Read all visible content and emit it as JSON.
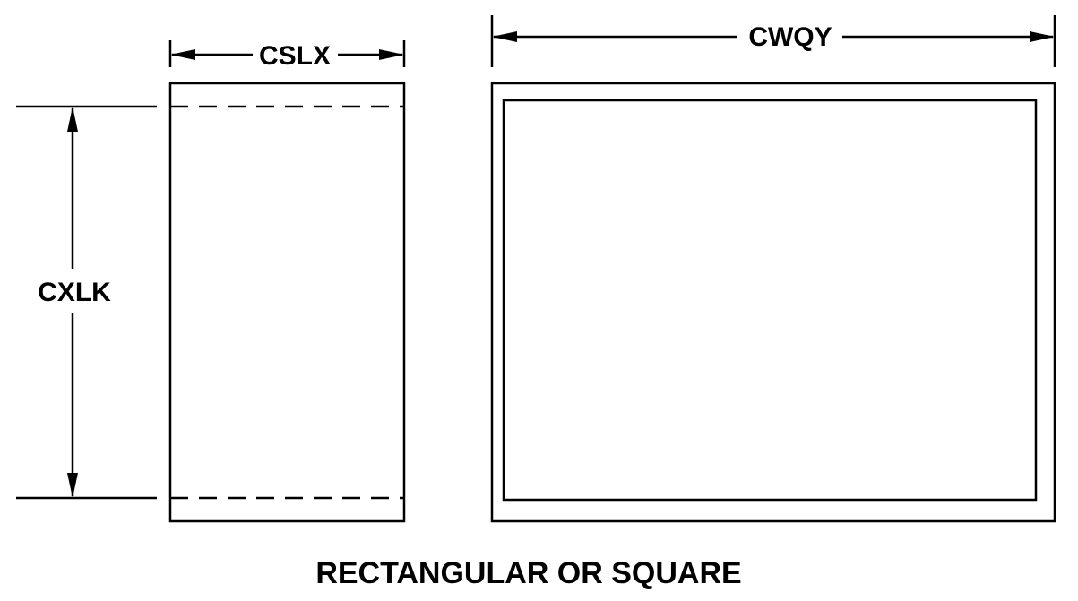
{
  "labels": {
    "side_width": "CSLX",
    "side_height": "CXLK",
    "front_width": "CWQY",
    "caption": "RECTANGULAR OR SQUARE"
  },
  "colors": {
    "line": "#000000",
    "background": "#ffffff"
  }
}
